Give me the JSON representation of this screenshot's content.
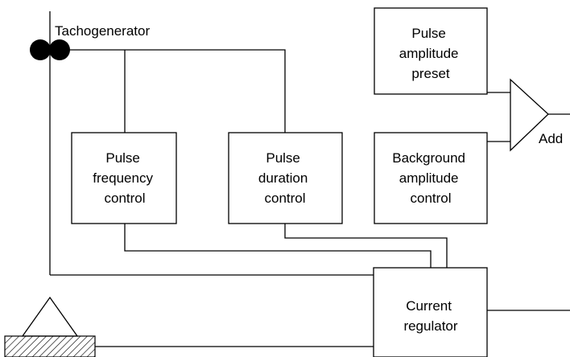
{
  "labels": {
    "tachogenerator": "Tachogenerator",
    "pulse_frequency": [
      "Pulse",
      "frequency",
      "control"
    ],
    "pulse_duration": [
      "Pulse",
      "duration",
      "control"
    ],
    "pulse_amplitude": [
      "Pulse",
      "amplitude",
      "preset"
    ],
    "background_amplitude": [
      "Background",
      "amplitude",
      "control"
    ],
    "adder": "Add",
    "current_regulator": [
      "Current",
      "regulator"
    ]
  }
}
